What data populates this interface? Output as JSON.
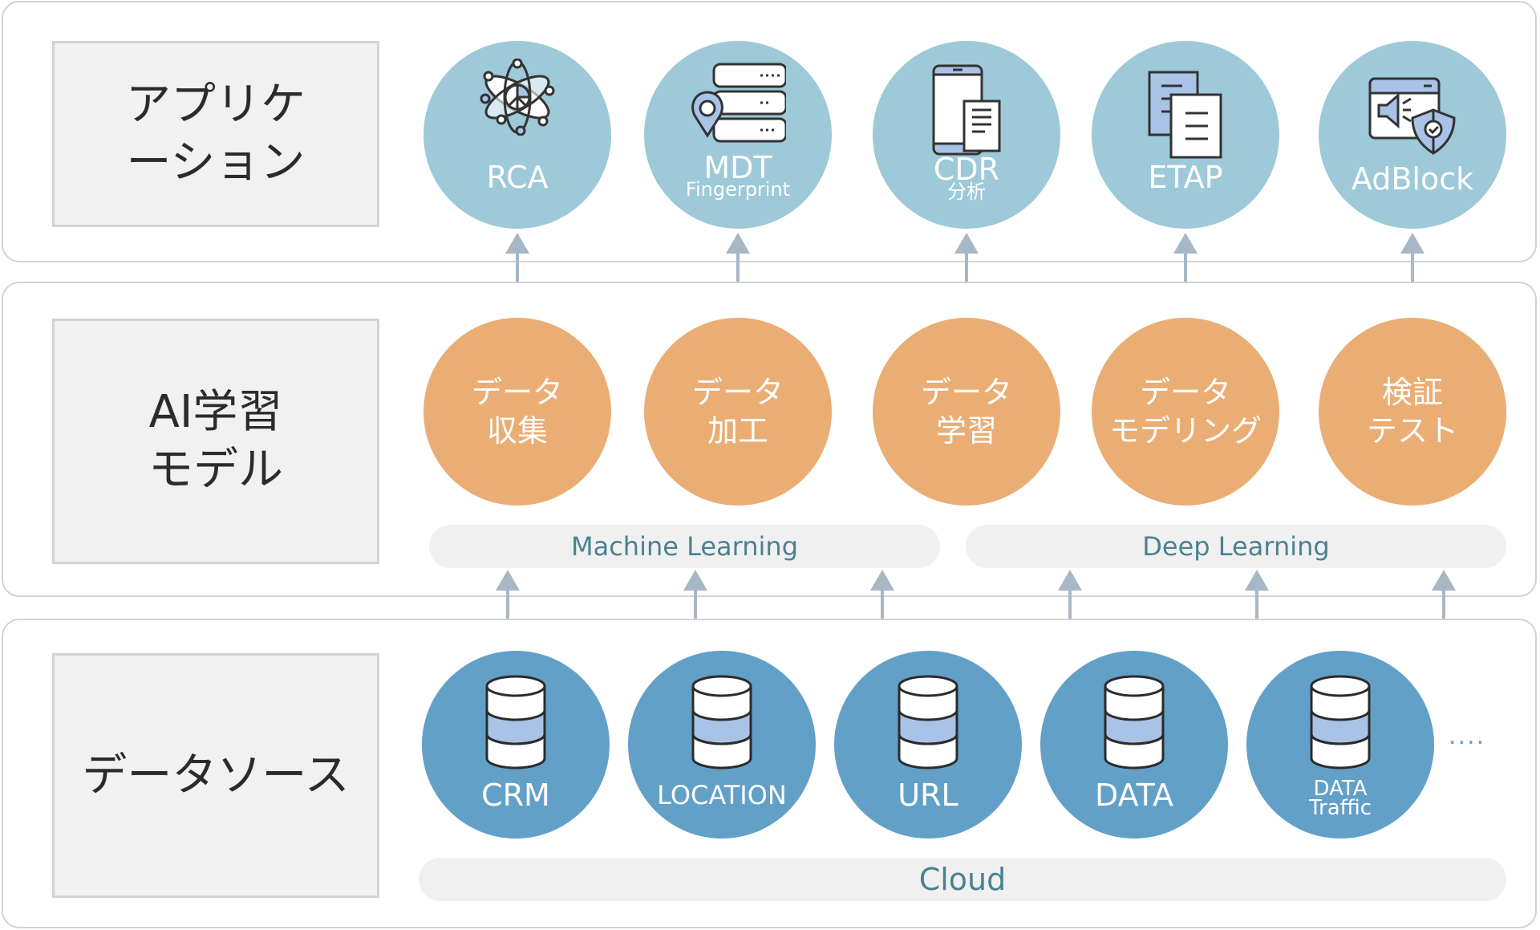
{
  "layers": {
    "application": {
      "label": "アプリケ\nーション",
      "items": [
        {
          "title": "RCA",
          "sub": "",
          "icon": "atom-icon"
        },
        {
          "title": "MDT",
          "sub": "Fingerprint",
          "icon": "server-location-icon"
        },
        {
          "title": "CDR",
          "sub": "分析",
          "icon": "mobile-document-icon"
        },
        {
          "title": "ETAP",
          "sub": "",
          "icon": "documents-icon"
        },
        {
          "title": "AdBlock",
          "sub": "",
          "icon": "adblock-shield-icon"
        }
      ]
    },
    "ai_model": {
      "label": "AI学習\nモデル",
      "items": [
        {
          "text": "データ\n収集"
        },
        {
          "text": "データ\n加工"
        },
        {
          "text": "データ\n学習"
        },
        {
          "text": "データ\nモデリング"
        },
        {
          "text": "検証\nテスト"
        }
      ],
      "groups": [
        {
          "label": "Machine Learning"
        },
        {
          "label": "Deep Learning"
        }
      ]
    },
    "data_source": {
      "label": "データソース",
      "items": [
        {
          "title": "CRM",
          "sub": ""
        },
        {
          "title": "LOCATION",
          "sub": ""
        },
        {
          "title": "URL",
          "sub": ""
        },
        {
          "title": "DATA",
          "sub": ""
        },
        {
          "title": "DATA",
          "sub": "Traffic"
        }
      ],
      "more": "....",
      "base": "Cloud"
    }
  },
  "colors": {
    "application": "#9dc9d8",
    "ai_model": "#eaad74",
    "data_source": "#62a0c8",
    "pill_text": "#4a8291",
    "arrow": "#a7b7c6",
    "icon_accent": "#a9c3e6"
  }
}
